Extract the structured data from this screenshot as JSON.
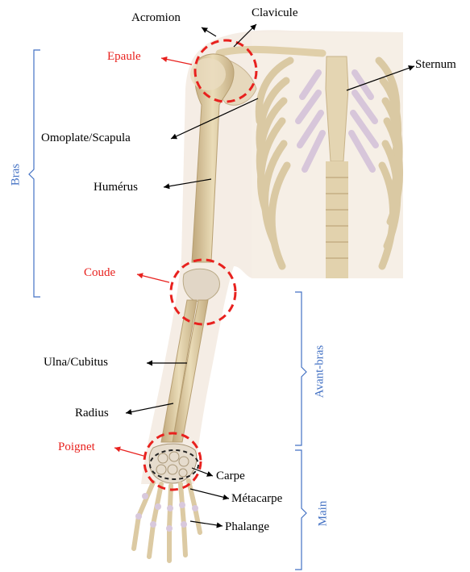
{
  "labels": {
    "acromion": "Acromion",
    "clavicule": "Clavicule",
    "sternum": "Sternum",
    "epaule": "Epaule",
    "omoplate": "Omoplate/Scapula",
    "humerus": "Humérus",
    "coude": "Coude",
    "ulna": "Ulna/Cubitus",
    "radius": "Radius",
    "poignet": "Poignet",
    "carpe": "Carpe",
    "metacarpe": "Métacarpe",
    "phalange": "Phalange"
  },
  "regions": {
    "bras": "Bras",
    "avant_bras": "Avant-bras",
    "main": "Main"
  },
  "colors": {
    "bone": "#e3d3ad",
    "bone_shade": "#c9b48a",
    "cartilage": "#d9c8dc",
    "body_silhouette": "#f2e6db",
    "joint_marker": "#e8211e",
    "carpus_marker": "#222222",
    "region_text": "#4472c4",
    "joint_text": "#e8211e",
    "label_text": "#000000"
  }
}
